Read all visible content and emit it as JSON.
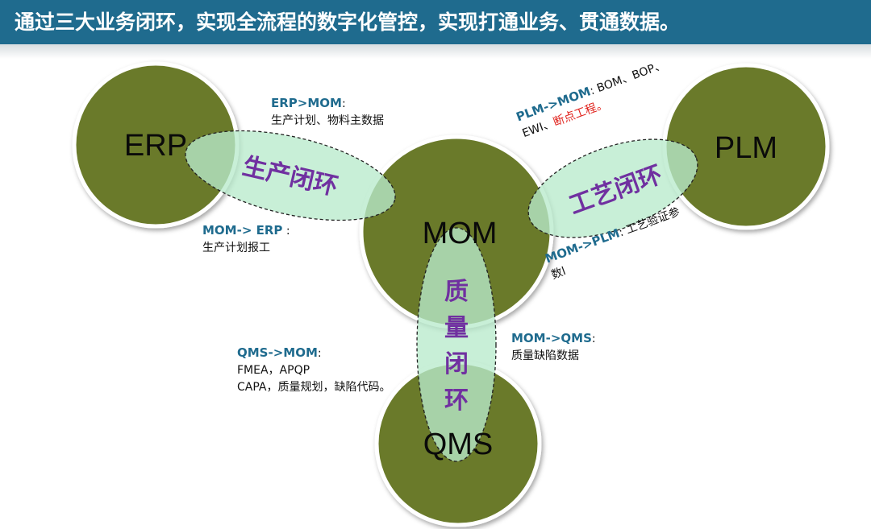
{
  "header": {
    "title": "通过三大业务闭环，实现全流程的数字化管控，实现打通业务、贯通数据。"
  },
  "nodes": {
    "erp": "ERP",
    "mom": "MOM",
    "plm": "PLM",
    "qms": "QMS"
  },
  "loops": {
    "production": "生产闭环",
    "process": "工艺闭环",
    "quality": [
      "质",
      "量",
      "闭",
      "环"
    ]
  },
  "annotations": {
    "erp_to_mom": {
      "head": "ERP>MOM",
      "sep": ":",
      "lines": [
        "生产计划、物料主数据"
      ]
    },
    "mom_to_erp": {
      "head": "MOM-> ERP",
      "sep": " :",
      "lines": [
        "生产计划报工"
      ]
    },
    "plm_to_mom": {
      "head": "PLM->MOM",
      "text": ": BOM、BOP、",
      "line2": "EWI、",
      "red": "断点工程。"
    },
    "mom_to_plm": {
      "head": "MOM->PLM",
      "text": ": 工艺验证参",
      "line2": "数l"
    },
    "qms_to_mom": {
      "head": "QMS->MOM",
      "sep": ":",
      "lines": [
        "FMEA，APQP",
        "CAPA，质量规划，缺陷代码。"
      ]
    },
    "mom_to_qms": {
      "head": "MOM->QMS",
      "sep": ":",
      "lines": [
        "质量缺陷数据"
      ]
    }
  },
  "colors": {
    "header_bg": "#1f6b8e",
    "circle_fill": "#6a7a2a",
    "loop_fill": "#b9ebcc",
    "loop_text": "#7030a0",
    "annotation_head": "#1f6b8e",
    "highlight_red": "#e0201a"
  }
}
